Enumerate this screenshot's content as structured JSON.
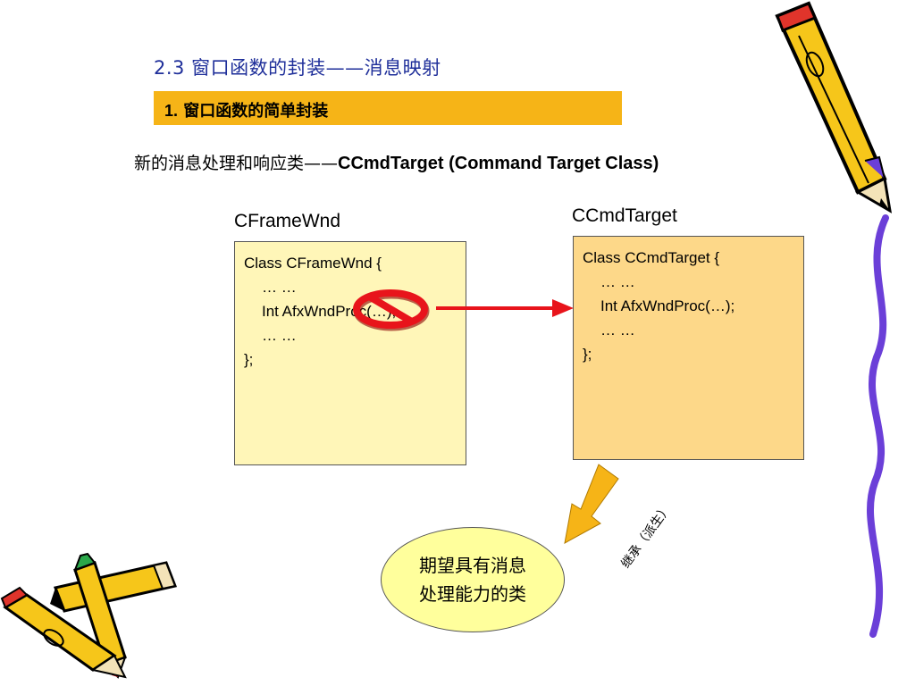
{
  "slide": {
    "title": "2.3 窗口函数的封装——消息映射",
    "subtitle_number": "1.",
    "subtitle_text": "窗口函数的简单封装",
    "intro_zh": "新的消息处理和响应类——",
    "intro_en": "CCmdTarget (Command Target Class)"
  },
  "left_class": {
    "title": "CFrameWnd",
    "lines": [
      "Class CFrameWnd {",
      "… …",
      "Int AfxWndProc(…);",
      "… …",
      "};"
    ]
  },
  "right_class": {
    "title": "CCmdTarget",
    "lines": [
      "Class CCmdTarget {",
      "… …",
      "Int AfxWndProc(…);",
      "… …",
      "};"
    ]
  },
  "derived": {
    "line1": "期望具有消息",
    "line2": "处理能力的类",
    "arrow_label": "继承（派生）"
  },
  "colors": {
    "title": "#1f2f9a",
    "subtitle_bar": "#f6b417",
    "left_box": "#fff6b8",
    "right_box": "#fdd889",
    "ellipse": "#ffff9c",
    "move_arrow": "#e8141b",
    "prohibit_sign": "#e8141b",
    "inherit_arrow": "#f6b417"
  }
}
